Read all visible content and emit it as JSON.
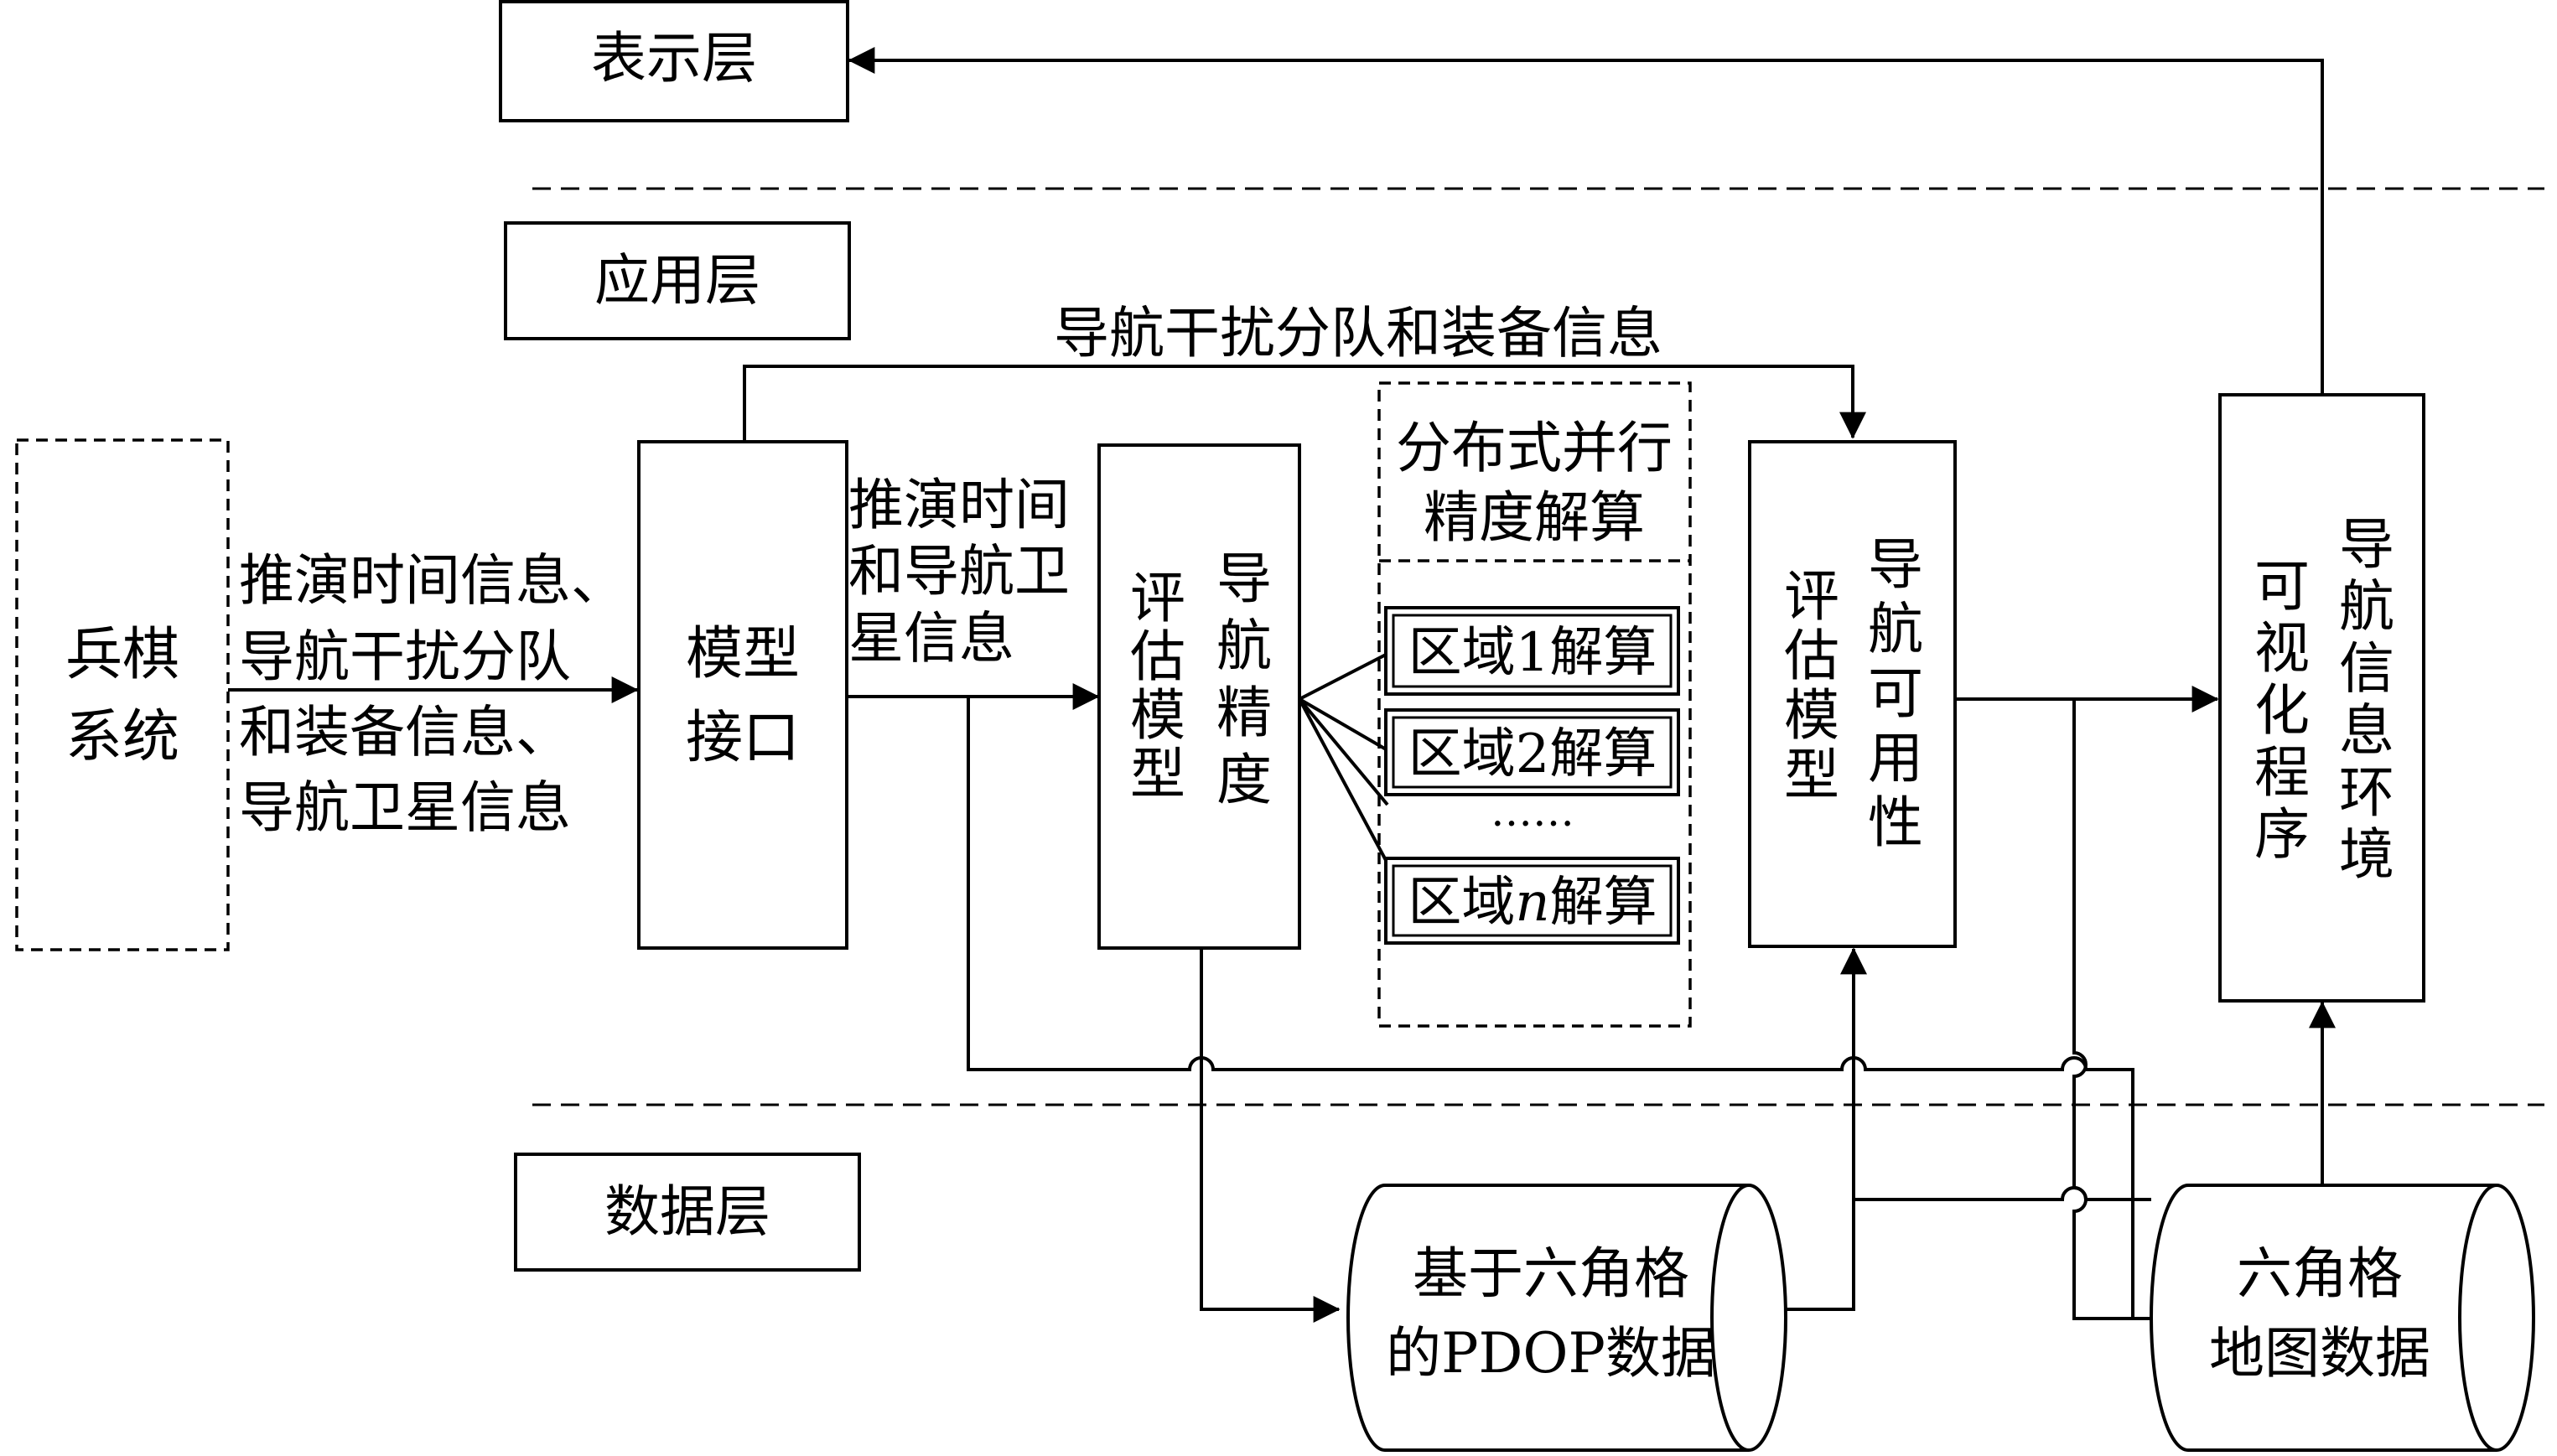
{
  "layers": {
    "presentation": "表示层",
    "application": "应用层",
    "data": "数据层"
  },
  "nodes": {
    "wargame": [
      "兵棋",
      "系统"
    ],
    "model_interface": [
      "模型",
      "接口"
    ],
    "accuracy_model_col1": [
      "评",
      "估",
      "模",
      "型"
    ],
    "accuracy_model_col2": [
      "导",
      "航",
      "精",
      "度"
    ],
    "parallel_title": [
      "分布式并行",
      "精度解算"
    ],
    "region1": "区域1解算",
    "region2": "区域2解算",
    "region_dots": "……",
    "region_n_prefix": "区域",
    "region_n_var": "n",
    "region_n_suffix": "解算",
    "availability_model_col1": [
      "评",
      "估",
      "模",
      "型"
    ],
    "availability_model_col2": [
      "导",
      "航",
      "可",
      "用",
      "性"
    ],
    "visual_col1": [
      "可",
      "视",
      "化",
      "程",
      "序"
    ],
    "visual_col2": [
      "导",
      "航",
      "信",
      "息",
      "环",
      "境"
    ],
    "pdop_db": [
      "基于六角格",
      "的PDOP数据"
    ],
    "map_db": [
      "六角格",
      "地图数据"
    ]
  },
  "labels": {
    "wargame_to_interface": [
      "推演时间信息、",
      "导航干扰分队",
      "和装备信息、",
      "导航卫星信息"
    ],
    "interface_to_accuracy": [
      "推演时间",
      "和导航卫",
      "星信息"
    ],
    "interface_to_availability": "导航干扰分队和装备信息"
  },
  "colors": {
    "stroke": "#000000",
    "background": "#ffffff"
  }
}
